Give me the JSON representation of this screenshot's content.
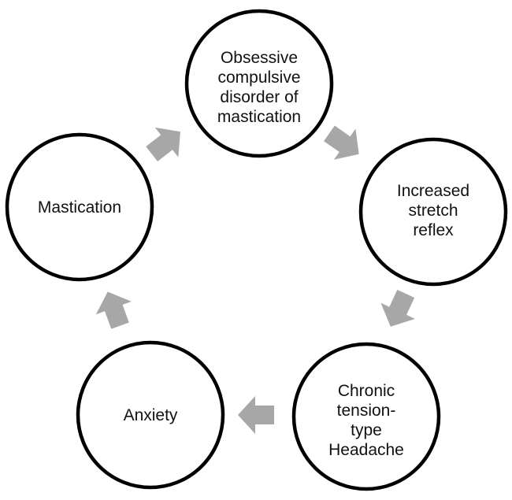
{
  "diagram": {
    "type": "cycle",
    "direction": "clockwise",
    "colors": {
      "node_stroke": "#000000",
      "node_fill": "#ffffff",
      "arrow_fill": "#a6a7a6",
      "text": "#111111"
    },
    "nodes": [
      {
        "id": "ocd-mastication",
        "lines": [
          "Obsessive",
          "compulsive",
          "disorder of",
          "mastication"
        ]
      },
      {
        "id": "increased-stretch-reflex",
        "lines": [
          "Increased",
          "stretch",
          "reflex"
        ]
      },
      {
        "id": "chronic-tth",
        "lines": [
          "Chronic",
          "tension-",
          "type",
          "Headache"
        ]
      },
      {
        "id": "anxiety",
        "lines": [
          "Anxiety"
        ]
      },
      {
        "id": "mastication",
        "lines": [
          "Mastication"
        ]
      }
    ],
    "arrows": [
      {
        "from": "ocd-mastication",
        "to": "increased-stretch-reflex",
        "icon": "arrow-down-right-icon"
      },
      {
        "from": "increased-stretch-reflex",
        "to": "chronic-tth",
        "icon": "arrow-down-left-icon"
      },
      {
        "from": "chronic-tth",
        "to": "anxiety",
        "icon": "arrow-left-icon"
      },
      {
        "from": "anxiety",
        "to": "mastication",
        "icon": "arrow-up-icon"
      },
      {
        "from": "mastication",
        "to": "ocd-mastication",
        "icon": "arrow-up-right-icon"
      }
    ]
  }
}
